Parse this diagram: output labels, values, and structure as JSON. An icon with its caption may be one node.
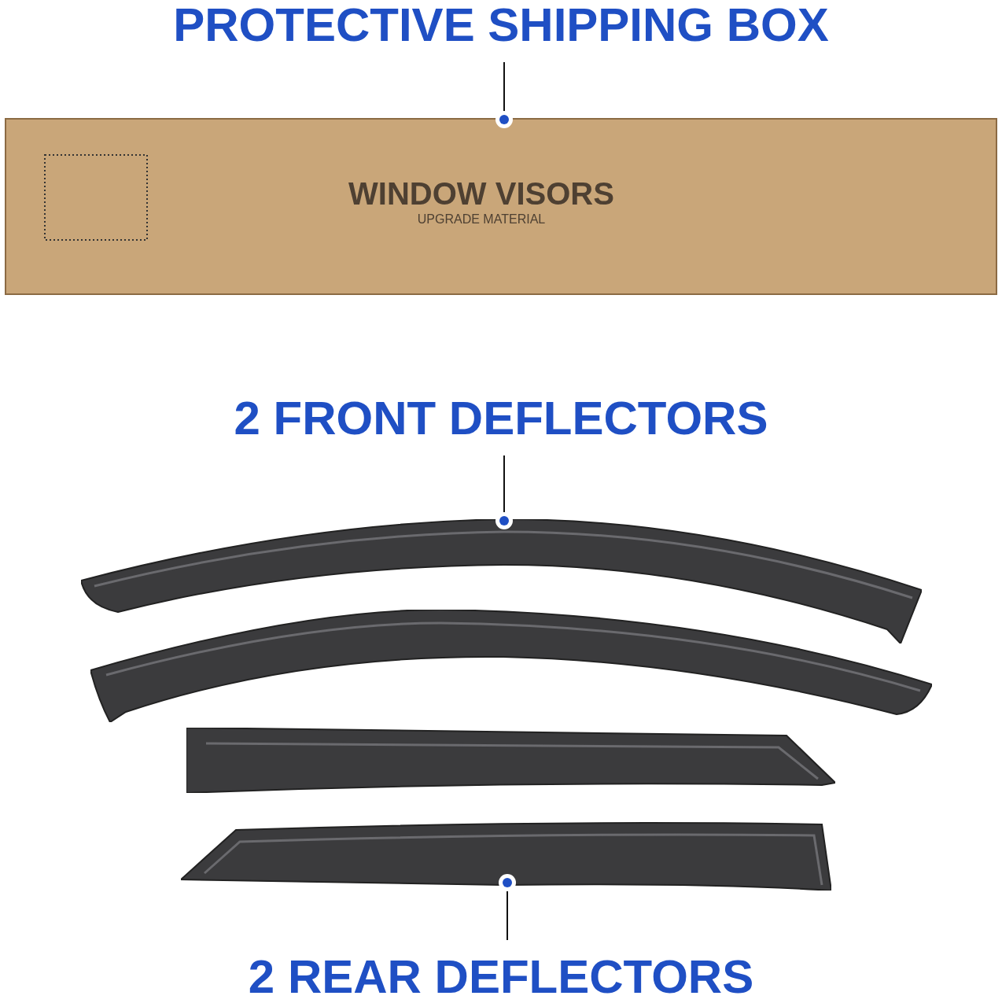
{
  "diagram": {
    "nodes": [
      {
        "text": [
          "PROTECTIVE SHIPPING BOX"
        ]
      },
      {
        "text": [
          "WINDOW VISORS",
          "UPGRADE MATERIAL"
        ]
      },
      {
        "text": [
          "2 FRONT DEFLECTORS"
        ]
      },
      {
        "text": [],
        "shape": "picture"
      },
      {
        "text": [],
        "shape": "picture"
      },
      {
        "text": [],
        "shape": "picture"
      },
      {
        "text": [],
        "shape": "picture"
      },
      {
        "text": [
          "2 REAR DEFLECTORS"
        ]
      }
    ],
    "edges": [
      {
        "from": 0,
        "to": 1,
        "arrow": "other"
      },
      {
        "from": 2,
        "to": 3,
        "arrow": "other"
      },
      {
        "from": 7,
        "to": 6,
        "arrow": "other"
      }
    ]
  }
}
